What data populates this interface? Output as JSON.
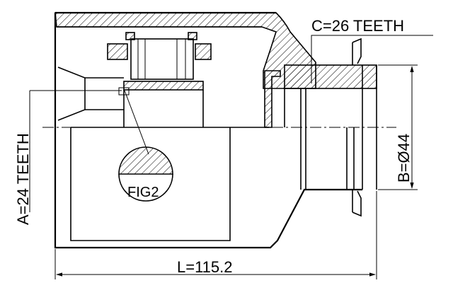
{
  "labels": {
    "spline_c": "C=26 TEETH",
    "spline_a": "A=24 TEETH",
    "diameter_b": "B=Ø44",
    "length_l": "L=115.2",
    "detail": "FIG2"
  },
  "colors": {
    "line": "#000000",
    "background": "#ffffff"
  }
}
